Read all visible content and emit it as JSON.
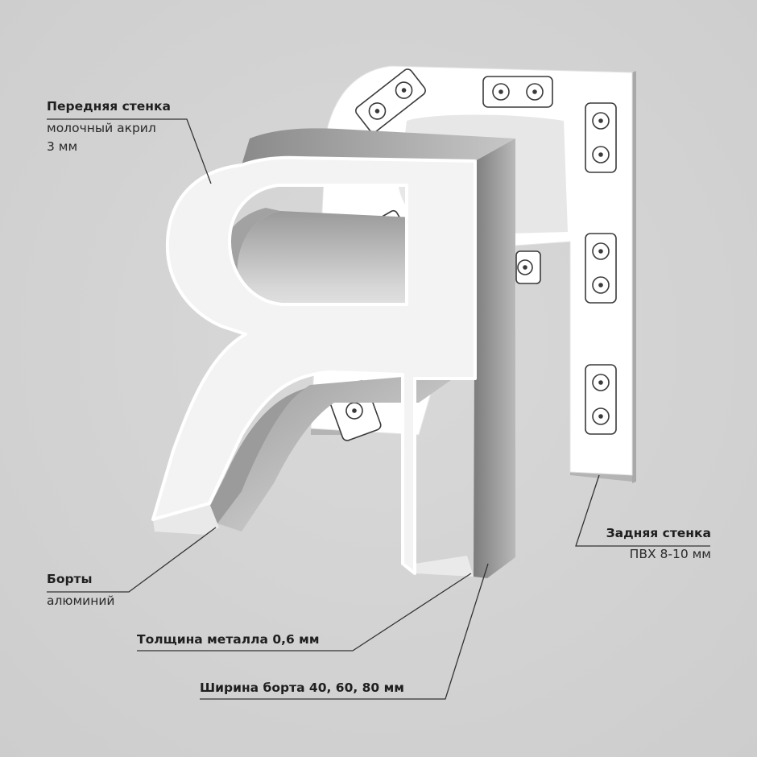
{
  "labels": {
    "front_wall": {
      "title": "Передняя стенка",
      "line1": "молочный акрил",
      "line2": "3 мм"
    },
    "back_wall": {
      "title": "Задняя стенка",
      "line1": "ПВХ 8-10 мм"
    },
    "sides": {
      "title": "Борты",
      "line1": "алюминий"
    },
    "metal_thickness": "Толщина металла 0,6 мм",
    "side_width": "Ширина борта 40, 60, 80 мм"
  },
  "colors": {
    "background": "#d0d0d0",
    "acrylic": "#f4f4f4",
    "aluminium_light": "#e6e6e6",
    "aluminium_dark": "#8c8c8c",
    "pvc": "#ffffff",
    "leader_line": "#333333"
  }
}
